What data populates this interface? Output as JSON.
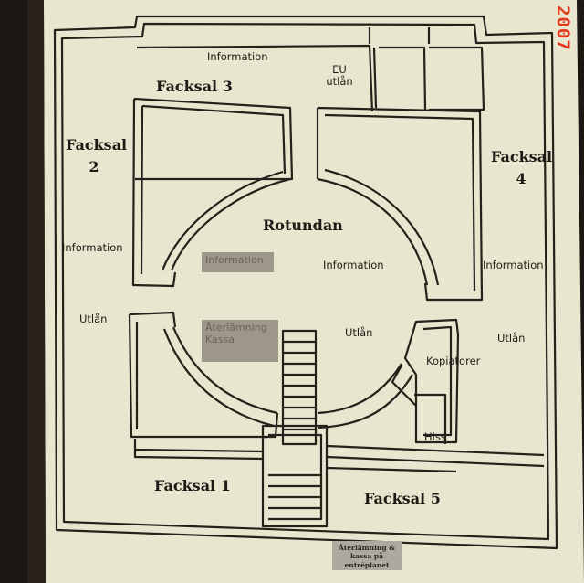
{
  "photo": {
    "date_stamp": "2007",
    "colors": {
      "background": "#1c1712",
      "panel": "#e9e6cf",
      "lines": "#24211b",
      "stamp": "#e23a1e"
    }
  },
  "map": {
    "rooms": {
      "facksal_3": "Facksal 3",
      "facksal_2_name": "Facksal",
      "facksal_2_number": "2",
      "facksal_4_name": "Facksal",
      "facksal_4_number": "4",
      "facksal_1": "Facksal 1",
      "facksal_5": "Facksal 5",
      "rotundan": "Rotundan"
    },
    "labels": {
      "information_top": "Information",
      "eu_line1": "EU",
      "eu_line2": "utlån",
      "information_left": "Information",
      "information_center": "Information",
      "information_right": "Information",
      "utlan_left": "Utlån",
      "utlan_center": "Utlån",
      "utlan_right": "Utlån",
      "kopiatorer": "Kopiatorer",
      "hiss": "Hiss"
    },
    "overlays": {
      "information_pad": "Information",
      "aterlamning_line1": "Återlämning",
      "aterlamning_line2": "Kassa"
    },
    "sticker": {
      "line1": "Återlämning &",
      "line2": "kassa på entréplanet"
    }
  }
}
